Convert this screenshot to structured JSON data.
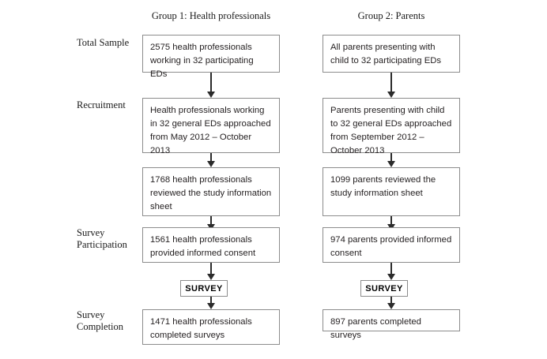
{
  "figure": {
    "type": "flowchart",
    "title": "Participant flow diagram for two study groups"
  },
  "columns": [
    {
      "id": "group1",
      "heading": "Group 1: Health professionals"
    },
    {
      "id": "group2",
      "heading": "Group 2: Parents"
    }
  ],
  "stages": [
    {
      "id": "total-sample",
      "label": "Total Sample"
    },
    {
      "id": "recruitment",
      "label": "Recruitment"
    },
    {
      "id": "survey-participation",
      "label": "Survey\nParticipation"
    },
    {
      "id": "survey-completion",
      "label": "Survey\nCompletion"
    }
  ],
  "stage_labels": {
    "total_sample": "Total Sample",
    "recruitment": "Recruitment",
    "survey_participation_line1": "Survey",
    "survey_participation_line2": "Participation",
    "survey_completion_line1": "Survey",
    "survey_completion_line2": "Completion"
  },
  "group1": {
    "heading": "Group 1: Health professionals",
    "total_sample": "2575 health professionals working in 32 participating EDs",
    "recruitment": "Health professionals working in 32 general EDs approached from May 2012 – October 2013",
    "reviewed_information": "1768 health professionals reviewed the study information sheet",
    "informed_consent": "1561 health professionals provided informed consent",
    "survey_node": "SURVEY",
    "completed": "1471 health professionals completed surveys"
  },
  "group2": {
    "heading": "Group 2: Parents",
    "total_sample": "All parents presenting with child to 32 participating EDs",
    "recruitment": "Parents presenting with child to 32 general EDs approached from September 2012 – October 2013",
    "reviewed_information": "1099 parents reviewed the study information sheet",
    "informed_consent": "974 parents provided informed consent",
    "survey_node": "SURVEY",
    "completed": "897 parents completed surveys"
  },
  "chart_data": {
    "type": "flowchart",
    "title": "Study participant flow",
    "series": [
      {
        "name": "Group 1: Health professionals",
        "steps": [
          {
            "stage": "Total Sample",
            "value": 2575,
            "unit": "health professionals"
          },
          {
            "stage": "Recruitment",
            "value": null,
            "unit": "approached May 2012 – October 2013"
          },
          {
            "stage": "Reviewed study information sheet",
            "value": 1768,
            "unit": "health professionals"
          },
          {
            "stage": "Provided informed consent",
            "value": 1561,
            "unit": "health professionals"
          },
          {
            "stage": "Completed surveys",
            "value": 1471,
            "unit": "health professionals"
          }
        ]
      },
      {
        "name": "Group 2: Parents",
        "steps": [
          {
            "stage": "Total Sample",
            "value": null,
            "unit": "all parents presenting with child to 32 EDs"
          },
          {
            "stage": "Recruitment",
            "value": null,
            "unit": "approached September 2012 – October 2013"
          },
          {
            "stage": "Reviewed study information sheet",
            "value": 1099,
            "unit": "parents"
          },
          {
            "stage": "Provided informed consent",
            "value": 974,
            "unit": "parents"
          },
          {
            "stage": "Completed surveys",
            "value": 897,
            "unit": "parents"
          }
        ]
      }
    ],
    "participating_eds": 32
  },
  "colors": {
    "background": "#ffffff",
    "box_border": "#8c8c8c",
    "arrow": "#2b2b2b",
    "text": "#231f20",
    "label_text": "#1a1a1a"
  }
}
